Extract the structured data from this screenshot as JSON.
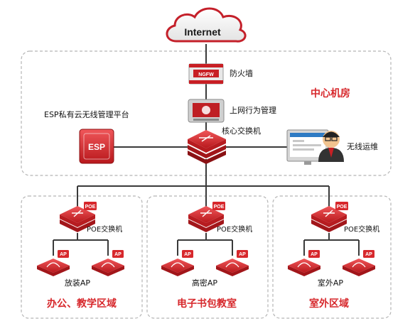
{
  "cloud": {
    "label": "Internet"
  },
  "core": {
    "firewall": "防火墙",
    "firewall_tag": "NGFW",
    "behavior_mgmt": "上网行为管理",
    "core_switch": "核心交换机",
    "esp_platform": "ESP私有云无线管理平台",
    "esp_badge": "ESP",
    "ops": "无线运维",
    "zone": "中心机房"
  },
  "branches": [
    {
      "switch_label": "POE交换机",
      "poe_badge": "POE",
      "ap_badge": "AP",
      "ap_label": "放装AP",
      "zone": "办公、教学区域"
    },
    {
      "switch_label": "POE交换机",
      "poe_badge": "POE",
      "ap_badge": "AP",
      "ap_label": "高密AP",
      "zone": "电子书包教室"
    },
    {
      "switch_label": "POE交换机",
      "poe_badge": "POE",
      "ap_badge": "AP",
      "ap_label": "室外AP",
      "zone": "室外区域"
    }
  ],
  "colors": {
    "accent": "#d7282c",
    "line": "#3a3a3a",
    "dash": "#b5b5b5"
  }
}
